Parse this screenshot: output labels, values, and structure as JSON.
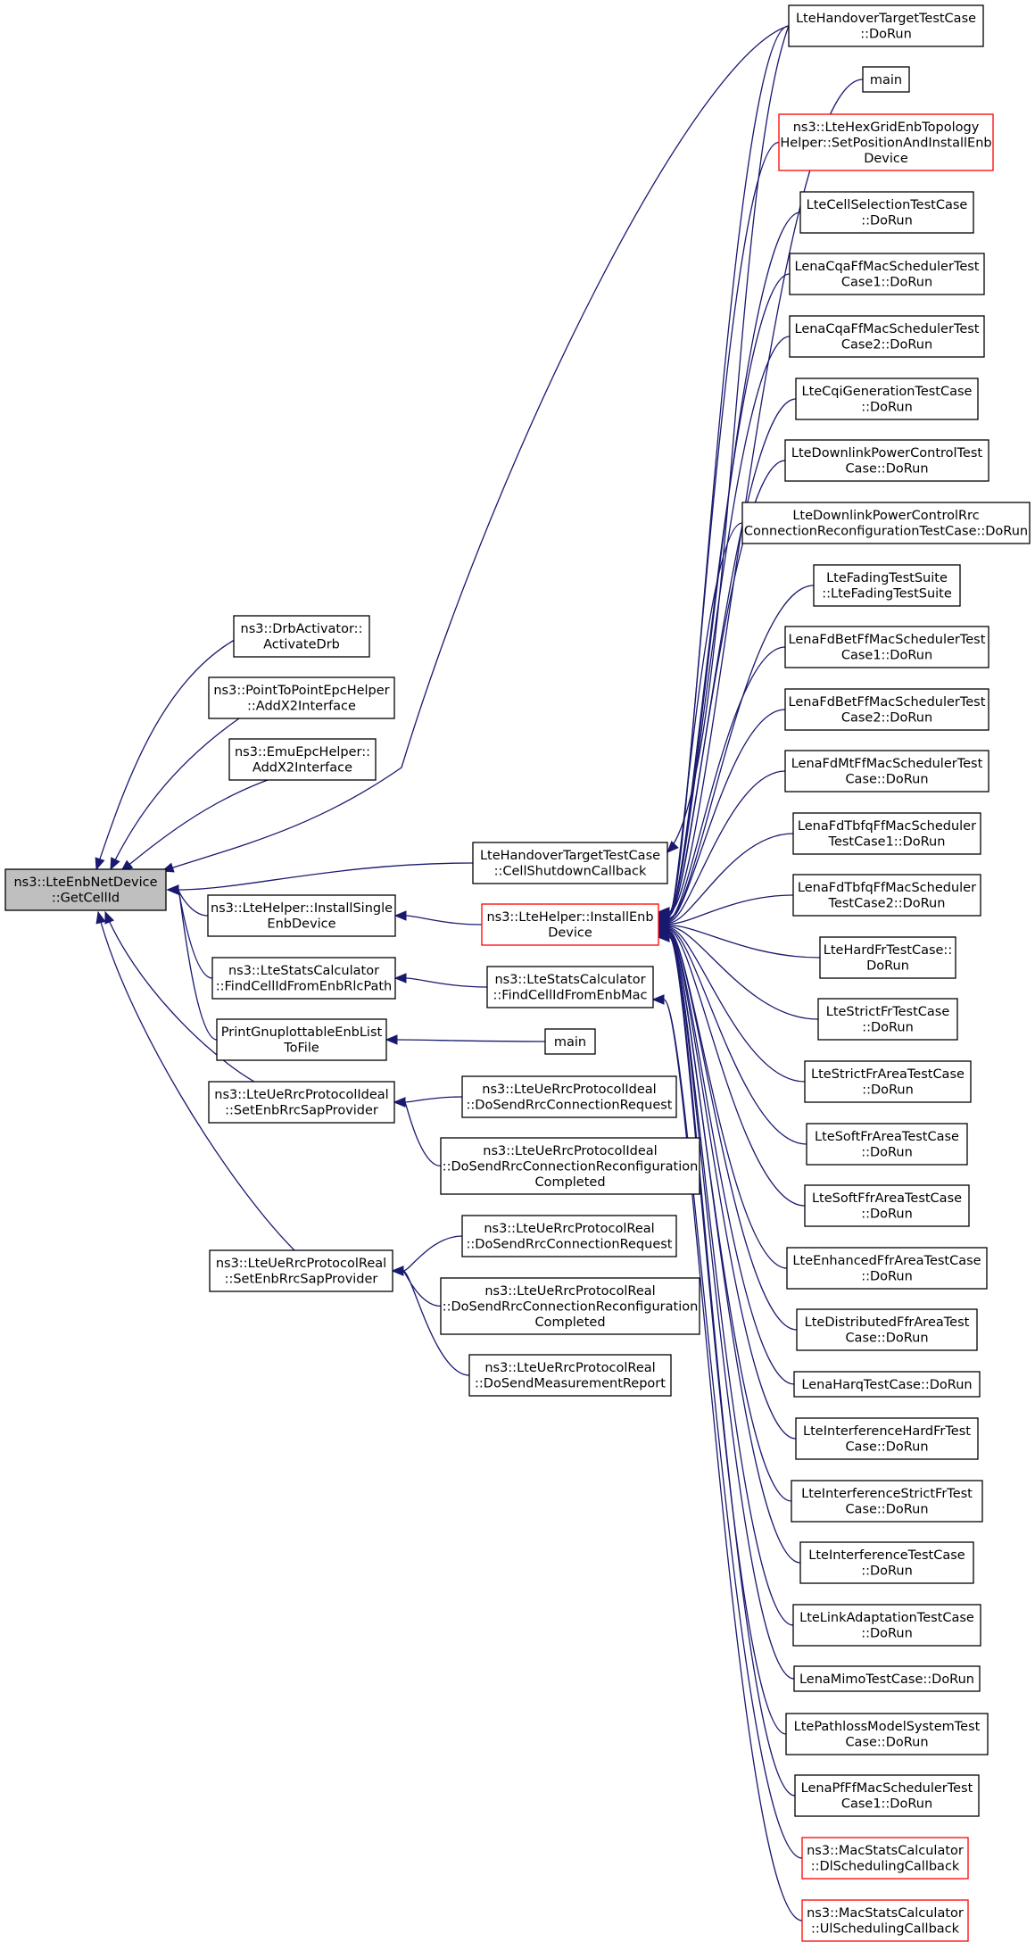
{
  "graph": {
    "edge_color": "#191970",
    "root_fill": "#bfbfbf",
    "highlight_border": "#ff0000",
    "nodes": [
      {
        "id": "root",
        "lines": [
          "ns3::LteEnbNetDevice",
          "::GetCellId"
        ],
        "style": "root"
      },
      {
        "id": "drb",
        "lines": [
          "ns3::DrbActivator::",
          "ActivateDrb"
        ],
        "style": "normal"
      },
      {
        "id": "p2p",
        "lines": [
          "ns3::PointToPointEpcHelper",
          "::AddX2Interface"
        ],
        "style": "normal"
      },
      {
        "id": "emu",
        "lines": [
          "ns3::EmuEpcHelper::",
          "AddX2Interface"
        ],
        "style": "normal"
      },
      {
        "id": "ltehelper_single",
        "lines": [
          "ns3::LteHelper::InstallSingle",
          "EnbDevice"
        ],
        "style": "normal"
      },
      {
        "id": "statscalc_rlc",
        "lines": [
          "ns3::LteStatsCalculator",
          "::FindCellIdFromEnbRlcPath"
        ],
        "style": "normal"
      },
      {
        "id": "gnuplot",
        "lines": [
          "PrintGnuplottableEnbList",
          "ToFile"
        ],
        "style": "normal"
      },
      {
        "id": "ideal_sap",
        "lines": [
          "ns3::LteUeRrcProtocolIdeal",
          "::SetEnbRrcSapProvider"
        ],
        "style": "normal"
      },
      {
        "id": "real_sap",
        "lines": [
          "ns3::LteUeRrcProtocolReal",
          "::SetEnbRrcSapProvider"
        ],
        "style": "normal"
      },
      {
        "id": "handover_shutdown",
        "lines": [
          "LteHandoverTargetTestCase",
          "::CellShutdownCallback"
        ],
        "style": "normal"
      },
      {
        "id": "install_enb",
        "lines": [
          "ns3::LteHelper::InstallEnb",
          "Device"
        ],
        "style": "red"
      },
      {
        "id": "statscalc_mac",
        "lines": [
          "ns3::LteStatsCalculator",
          "::FindCellIdFromEnbMac"
        ],
        "style": "normal"
      },
      {
        "id": "main_mid",
        "lines": [
          "main"
        ],
        "style": "normal"
      },
      {
        "id": "ideal_req",
        "lines": [
          "ns3::LteUeRrcProtocolIdeal",
          "::DoSendRrcConnectionRequest"
        ],
        "style": "normal"
      },
      {
        "id": "ideal_recfg",
        "lines": [
          "ns3::LteUeRrcProtocolIdeal",
          "::DoSendRrcConnectionReconfiguration",
          "Completed"
        ],
        "style": "normal"
      },
      {
        "id": "real_req",
        "lines": [
          "ns3::LteUeRrcProtocolReal",
          "::DoSendRrcConnectionRequest"
        ],
        "style": "normal"
      },
      {
        "id": "real_recfg",
        "lines": [
          "ns3::LteUeRrcProtocolReal",
          "::DoSendRrcConnectionReconfiguration",
          "Completed"
        ],
        "style": "normal"
      },
      {
        "id": "real_meas",
        "lines": [
          "ns3::LteUeRrcProtocolReal",
          "::DoSendMeasurementReport"
        ],
        "style": "normal"
      },
      {
        "id": "r01",
        "lines": [
          "LteHandoverTargetTestCase",
          "::DoRun"
        ],
        "style": "normal"
      },
      {
        "id": "r02",
        "lines": [
          "main"
        ],
        "style": "normal"
      },
      {
        "id": "r03",
        "lines": [
          "ns3::LteHexGridEnbTopology",
          "Helper::SetPositionAndInstallEnb",
          "Device"
        ],
        "style": "red"
      },
      {
        "id": "r04",
        "lines": [
          "LteCellSelectionTestCase",
          "::DoRun"
        ],
        "style": "normal"
      },
      {
        "id": "r05",
        "lines": [
          "LenaCqaFfMacSchedulerTest",
          "Case1::DoRun"
        ],
        "style": "normal"
      },
      {
        "id": "r06",
        "lines": [
          "LenaCqaFfMacSchedulerTest",
          "Case2::DoRun"
        ],
        "style": "normal"
      },
      {
        "id": "r07",
        "lines": [
          "LteCqiGenerationTestCase",
          "::DoRun"
        ],
        "style": "normal"
      },
      {
        "id": "r08",
        "lines": [
          "LteDownlinkPowerControlTest",
          "Case::DoRun"
        ],
        "style": "normal"
      },
      {
        "id": "r09",
        "lines": [
          "LteDownlinkPowerControlRrc",
          "ConnectionReconfigurationTestCase::DoRun"
        ],
        "style": "normal"
      },
      {
        "id": "r10",
        "lines": [
          "LteFadingTestSuite",
          "::LteFadingTestSuite"
        ],
        "style": "normal"
      },
      {
        "id": "r11",
        "lines": [
          "LenaFdBetFfMacSchedulerTest",
          "Case1::DoRun"
        ],
        "style": "normal"
      },
      {
        "id": "r12",
        "lines": [
          "LenaFdBetFfMacSchedulerTest",
          "Case2::DoRun"
        ],
        "style": "normal"
      },
      {
        "id": "r13",
        "lines": [
          "LenaFdMtFfMacSchedulerTest",
          "Case::DoRun"
        ],
        "style": "normal"
      },
      {
        "id": "r14",
        "lines": [
          "LenaFdTbfqFfMacScheduler",
          "TestCase1::DoRun"
        ],
        "style": "normal"
      },
      {
        "id": "r15",
        "lines": [
          "LenaFdTbfqFfMacScheduler",
          "TestCase2::DoRun"
        ],
        "style": "normal"
      },
      {
        "id": "r16",
        "lines": [
          "LteHardFrTestCase::",
          "DoRun"
        ],
        "style": "normal"
      },
      {
        "id": "r17",
        "lines": [
          "LteStrictFrTestCase",
          "::DoRun"
        ],
        "style": "normal"
      },
      {
        "id": "r18",
        "lines": [
          "LteStrictFrAreaTestCase",
          "::DoRun"
        ],
        "style": "normal"
      },
      {
        "id": "r19",
        "lines": [
          "LteSoftFrAreaTestCase",
          "::DoRun"
        ],
        "style": "normal"
      },
      {
        "id": "r20",
        "lines": [
          "LteSoftFfrAreaTestCase",
          "::DoRun"
        ],
        "style": "normal"
      },
      {
        "id": "r21",
        "lines": [
          "LteEnhancedFfrAreaTestCase",
          "::DoRun"
        ],
        "style": "normal"
      },
      {
        "id": "r22",
        "lines": [
          "LteDistributedFfrAreaTest",
          "Case::DoRun"
        ],
        "style": "normal"
      },
      {
        "id": "r23",
        "lines": [
          "LenaHarqTestCase::DoRun"
        ],
        "style": "normal"
      },
      {
        "id": "r24",
        "lines": [
          "LteInterferenceHardFrTest",
          "Case::DoRun"
        ],
        "style": "normal"
      },
      {
        "id": "r25",
        "lines": [
          "LteInterferenceStrictFrTest",
          "Case::DoRun"
        ],
        "style": "normal"
      },
      {
        "id": "r26",
        "lines": [
          "LteInterferenceTestCase",
          "::DoRun"
        ],
        "style": "normal"
      },
      {
        "id": "r27",
        "lines": [
          "LteLinkAdaptationTestCase",
          "::DoRun"
        ],
        "style": "normal"
      },
      {
        "id": "r28",
        "lines": [
          "LenaMimoTestCase::DoRun"
        ],
        "style": "normal"
      },
      {
        "id": "r29",
        "lines": [
          "LtePathlossModelSystemTest",
          "Case::DoRun"
        ],
        "style": "normal"
      },
      {
        "id": "r30",
        "lines": [
          "LenaPfFfMacSchedulerTest",
          "Case1::DoRun"
        ],
        "style": "normal"
      },
      {
        "id": "r31",
        "lines": [
          "ns3::MacStatsCalculator",
          "::DlSchedulingCallback"
        ],
        "style": "red"
      },
      {
        "id": "r32",
        "lines": [
          "ns3::MacStatsCalculator",
          "::UlSchedulingCallback"
        ],
        "style": "red"
      }
    ],
    "edges": [
      [
        "drb",
        "root"
      ],
      [
        "p2p",
        "root"
      ],
      [
        "emu",
        "root"
      ],
      [
        "r01",
        "root"
      ],
      [
        "handover_shutdown",
        "root"
      ],
      [
        "ltehelper_single",
        "root"
      ],
      [
        "statscalc_rlc",
        "root"
      ],
      [
        "gnuplot",
        "root"
      ],
      [
        "ideal_sap",
        "root"
      ],
      [
        "real_sap",
        "root"
      ],
      [
        "install_enb",
        "ltehelper_single"
      ],
      [
        "statscalc_mac",
        "statscalc_rlc"
      ],
      [
        "main_mid",
        "gnuplot"
      ],
      [
        "ideal_req",
        "ideal_sap"
      ],
      [
        "ideal_recfg",
        "ideal_sap"
      ],
      [
        "real_req",
        "real_sap"
      ],
      [
        "real_recfg",
        "real_sap"
      ],
      [
        "real_meas",
        "real_sap"
      ],
      [
        "r01",
        "handover_shutdown"
      ],
      [
        "r01",
        "install_enb"
      ],
      [
        "r02",
        "install_enb"
      ],
      [
        "r03",
        "install_enb"
      ],
      [
        "r04",
        "install_enb"
      ],
      [
        "r05",
        "install_enb"
      ],
      [
        "r06",
        "install_enb"
      ],
      [
        "r07",
        "install_enb"
      ],
      [
        "r08",
        "install_enb"
      ],
      [
        "r09",
        "install_enb"
      ],
      [
        "r10",
        "install_enb"
      ],
      [
        "r11",
        "install_enb"
      ],
      [
        "r12",
        "install_enb"
      ],
      [
        "r13",
        "install_enb"
      ],
      [
        "r14",
        "install_enb"
      ],
      [
        "r15",
        "install_enb"
      ],
      [
        "r16",
        "install_enb"
      ],
      [
        "r17",
        "install_enb"
      ],
      [
        "r18",
        "install_enb"
      ],
      [
        "r19",
        "install_enb"
      ],
      [
        "r20",
        "install_enb"
      ],
      [
        "r21",
        "install_enb"
      ],
      [
        "r22",
        "install_enb"
      ],
      [
        "r23",
        "install_enb"
      ],
      [
        "r24",
        "install_enb"
      ],
      [
        "r25",
        "install_enb"
      ],
      [
        "r26",
        "install_enb"
      ],
      [
        "r27",
        "install_enb"
      ],
      [
        "r28",
        "install_enb"
      ],
      [
        "r29",
        "install_enb"
      ],
      [
        "r30",
        "install_enb"
      ],
      [
        "r31",
        "statscalc_mac"
      ],
      [
        "r32",
        "statscalc_mac"
      ]
    ]
  }
}
